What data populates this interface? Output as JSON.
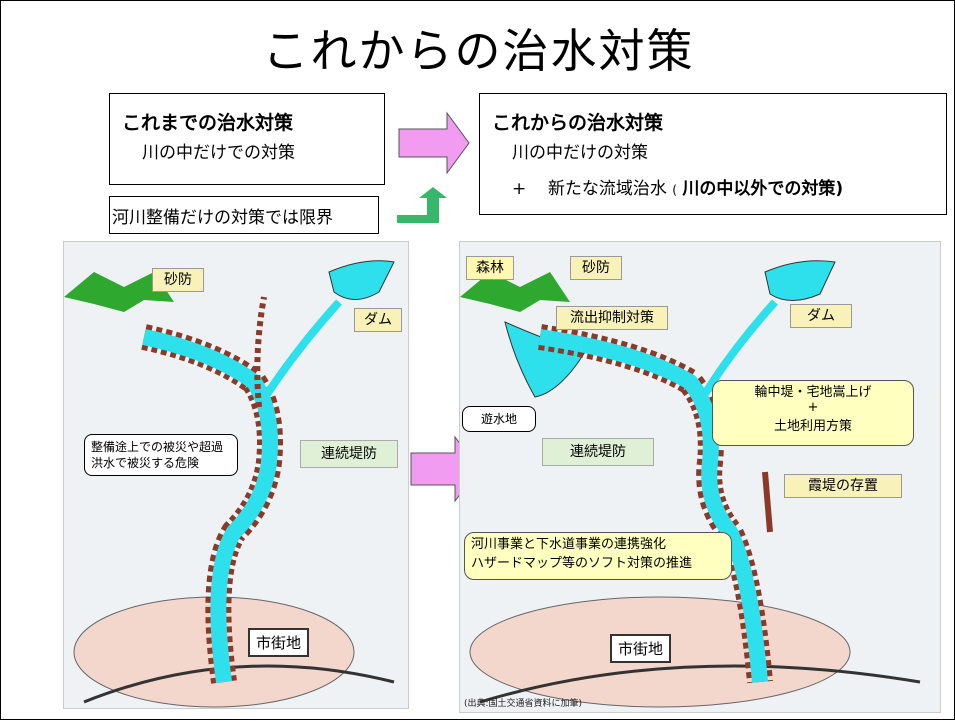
{
  "title": "これからの治水対策",
  "old_policy": {
    "heading": "これまでの治水対策",
    "sub": "川の中だけでの対策"
  },
  "new_policy": {
    "heading": "これからの治水対策",
    "sub": "川の中だけの対策",
    "plus": "+",
    "plus_text": "新たな流域治水",
    "paren_open": "(",
    "plus_bold": "川の中以外での対策",
    "paren_close": ")"
  },
  "limit": "河川整備だけの対策では限界",
  "left_panel": {
    "sabo": "砂防",
    "dam": "ダム",
    "levee": "連続堤防",
    "risk": "整備途上での被災や超過洪水で被災する危険",
    "city": "市街地"
  },
  "right_panel": {
    "forest": "森林",
    "sabo": "砂防",
    "dam": "ダム",
    "runoff": "流出抑制対策",
    "retention": "遊水地",
    "ring_levee_1": "輪中堤・宅地嵩上げ",
    "ring_levee_plus": "+",
    "ring_levee_2": "土地利用方策",
    "levee": "連続堤防",
    "open_levee": "霞堤の存置",
    "soft_1": "河川事業と下水道事業の連携強化",
    "soft_2": "ハザードマップ等のソフト対策の推進",
    "city": "市街地",
    "source": "(出典:国土交通省資料に加筆)"
  },
  "colors": {
    "river": "#2ee0ec",
    "bank": "#8b3a2a",
    "arrow": "#f19cf0",
    "green_arrow": "#35b86a",
    "city": "#f3d6cc",
    "forest": "#2ea82e"
  }
}
